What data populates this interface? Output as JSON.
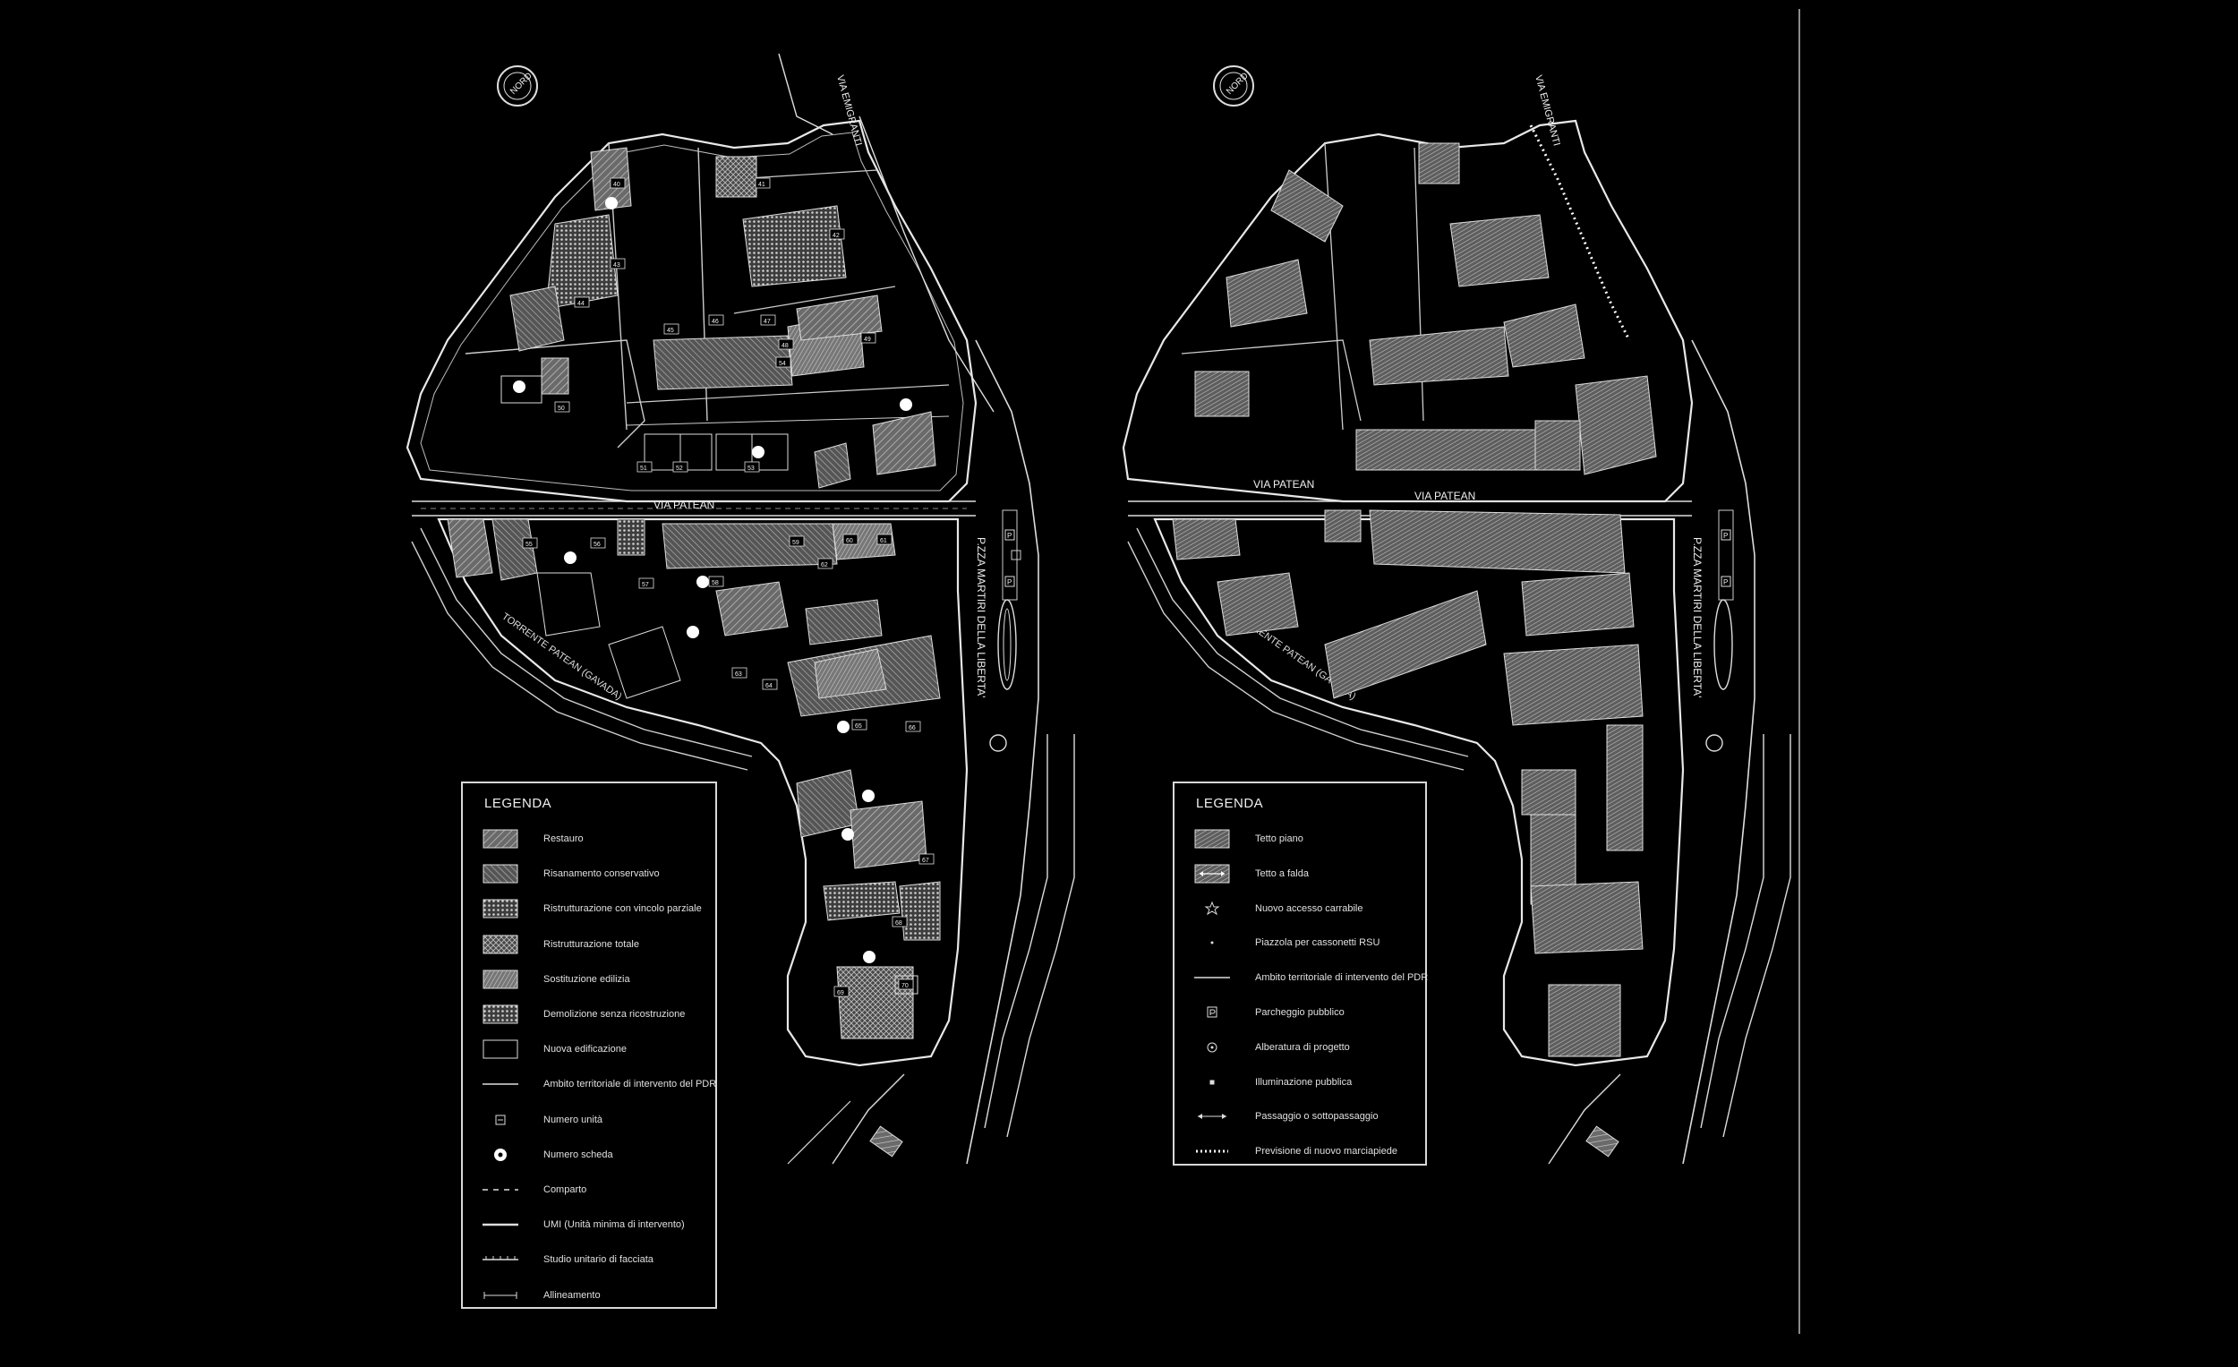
{
  "north_label": "NORD",
  "streets": {
    "via_emigranti": "VIA EMIGRANTI",
    "via_patean": "VIA PATEAN",
    "piazza": "P.ZZA MARTIRI DELLA LIBERTA'",
    "torrente": "TORRENTE PATEAN (GAVADA)"
  },
  "parcel_numbers": [
    "40",
    "41",
    "42",
    "43",
    "44",
    "45",
    "46",
    "47",
    "48",
    "49",
    "50",
    "51",
    "52",
    "53",
    "54",
    "55",
    "56",
    "57",
    "58",
    "59",
    "60",
    "61",
    "62",
    "63",
    "64",
    "65",
    "66",
    "67",
    "68",
    "69",
    "70"
  ],
  "left_legend": {
    "title": "LEGENDA",
    "items": [
      {
        "label": "Restauro",
        "icon": "restauro-swatch"
      },
      {
        "label": "Risanamento conservativo",
        "icon": "risanamento-swatch"
      },
      {
        "label": "Ristrutturazione con vincolo parziale",
        "icon": "vincolo-parziale-swatch"
      },
      {
        "label": "Ristrutturazione totale",
        "icon": "ristrutturazione-totale-swatch"
      },
      {
        "label": "Sostituzione edilizia",
        "icon": "sostituzione-swatch"
      },
      {
        "label": "Demolizione senza ricostruzione",
        "icon": "demolizione-swatch"
      },
      {
        "label": "Nuova edificazione",
        "icon": "nuova-edificazione-swatch"
      },
      {
        "label": "Ambito territoriale di intervento del PDR",
        "icon": "ambito-line"
      },
      {
        "label": "Numero unità",
        "icon": "numero-unita-box"
      },
      {
        "label": "Numero scheda",
        "icon": "numero-scheda-circle"
      },
      {
        "label": "Comparto",
        "icon": "comparto-dashed-line"
      },
      {
        "label": "UMI (Unità minima di intervento)",
        "icon": "umi-line"
      },
      {
        "label": "Studio unitario di facciata",
        "icon": "facciata-line"
      },
      {
        "label": "Allineamento",
        "icon": "allineamento-line"
      }
    ]
  },
  "right_legend": {
    "title": "LEGENDA",
    "items": [
      {
        "label": "Tetto piano",
        "icon": "tetto-piano-swatch"
      },
      {
        "label": "Tetto a falda",
        "icon": "tetto-falda-swatch"
      },
      {
        "label": "Nuovo accesso carrabile",
        "icon": "star-icon"
      },
      {
        "label": "Piazzola per cassonetti RSU",
        "icon": "dot-icon"
      },
      {
        "label": "Ambito territoriale di intervento del PDR",
        "icon": "ambito-line"
      },
      {
        "label": "Parcheggio pubblico",
        "icon": "parking-icon"
      },
      {
        "label": "Alberatura di progetto",
        "icon": "tree-icon"
      },
      {
        "label": "Illuminazione pubblica",
        "icon": "light-icon"
      },
      {
        "label": "Passaggio o sottopassaggio",
        "icon": "passage-arrow-icon"
      },
      {
        "label": "Previsione di nuovo marciapiede",
        "icon": "sidewalk-dotted-line"
      }
    ]
  },
  "parking_symbol": "P"
}
